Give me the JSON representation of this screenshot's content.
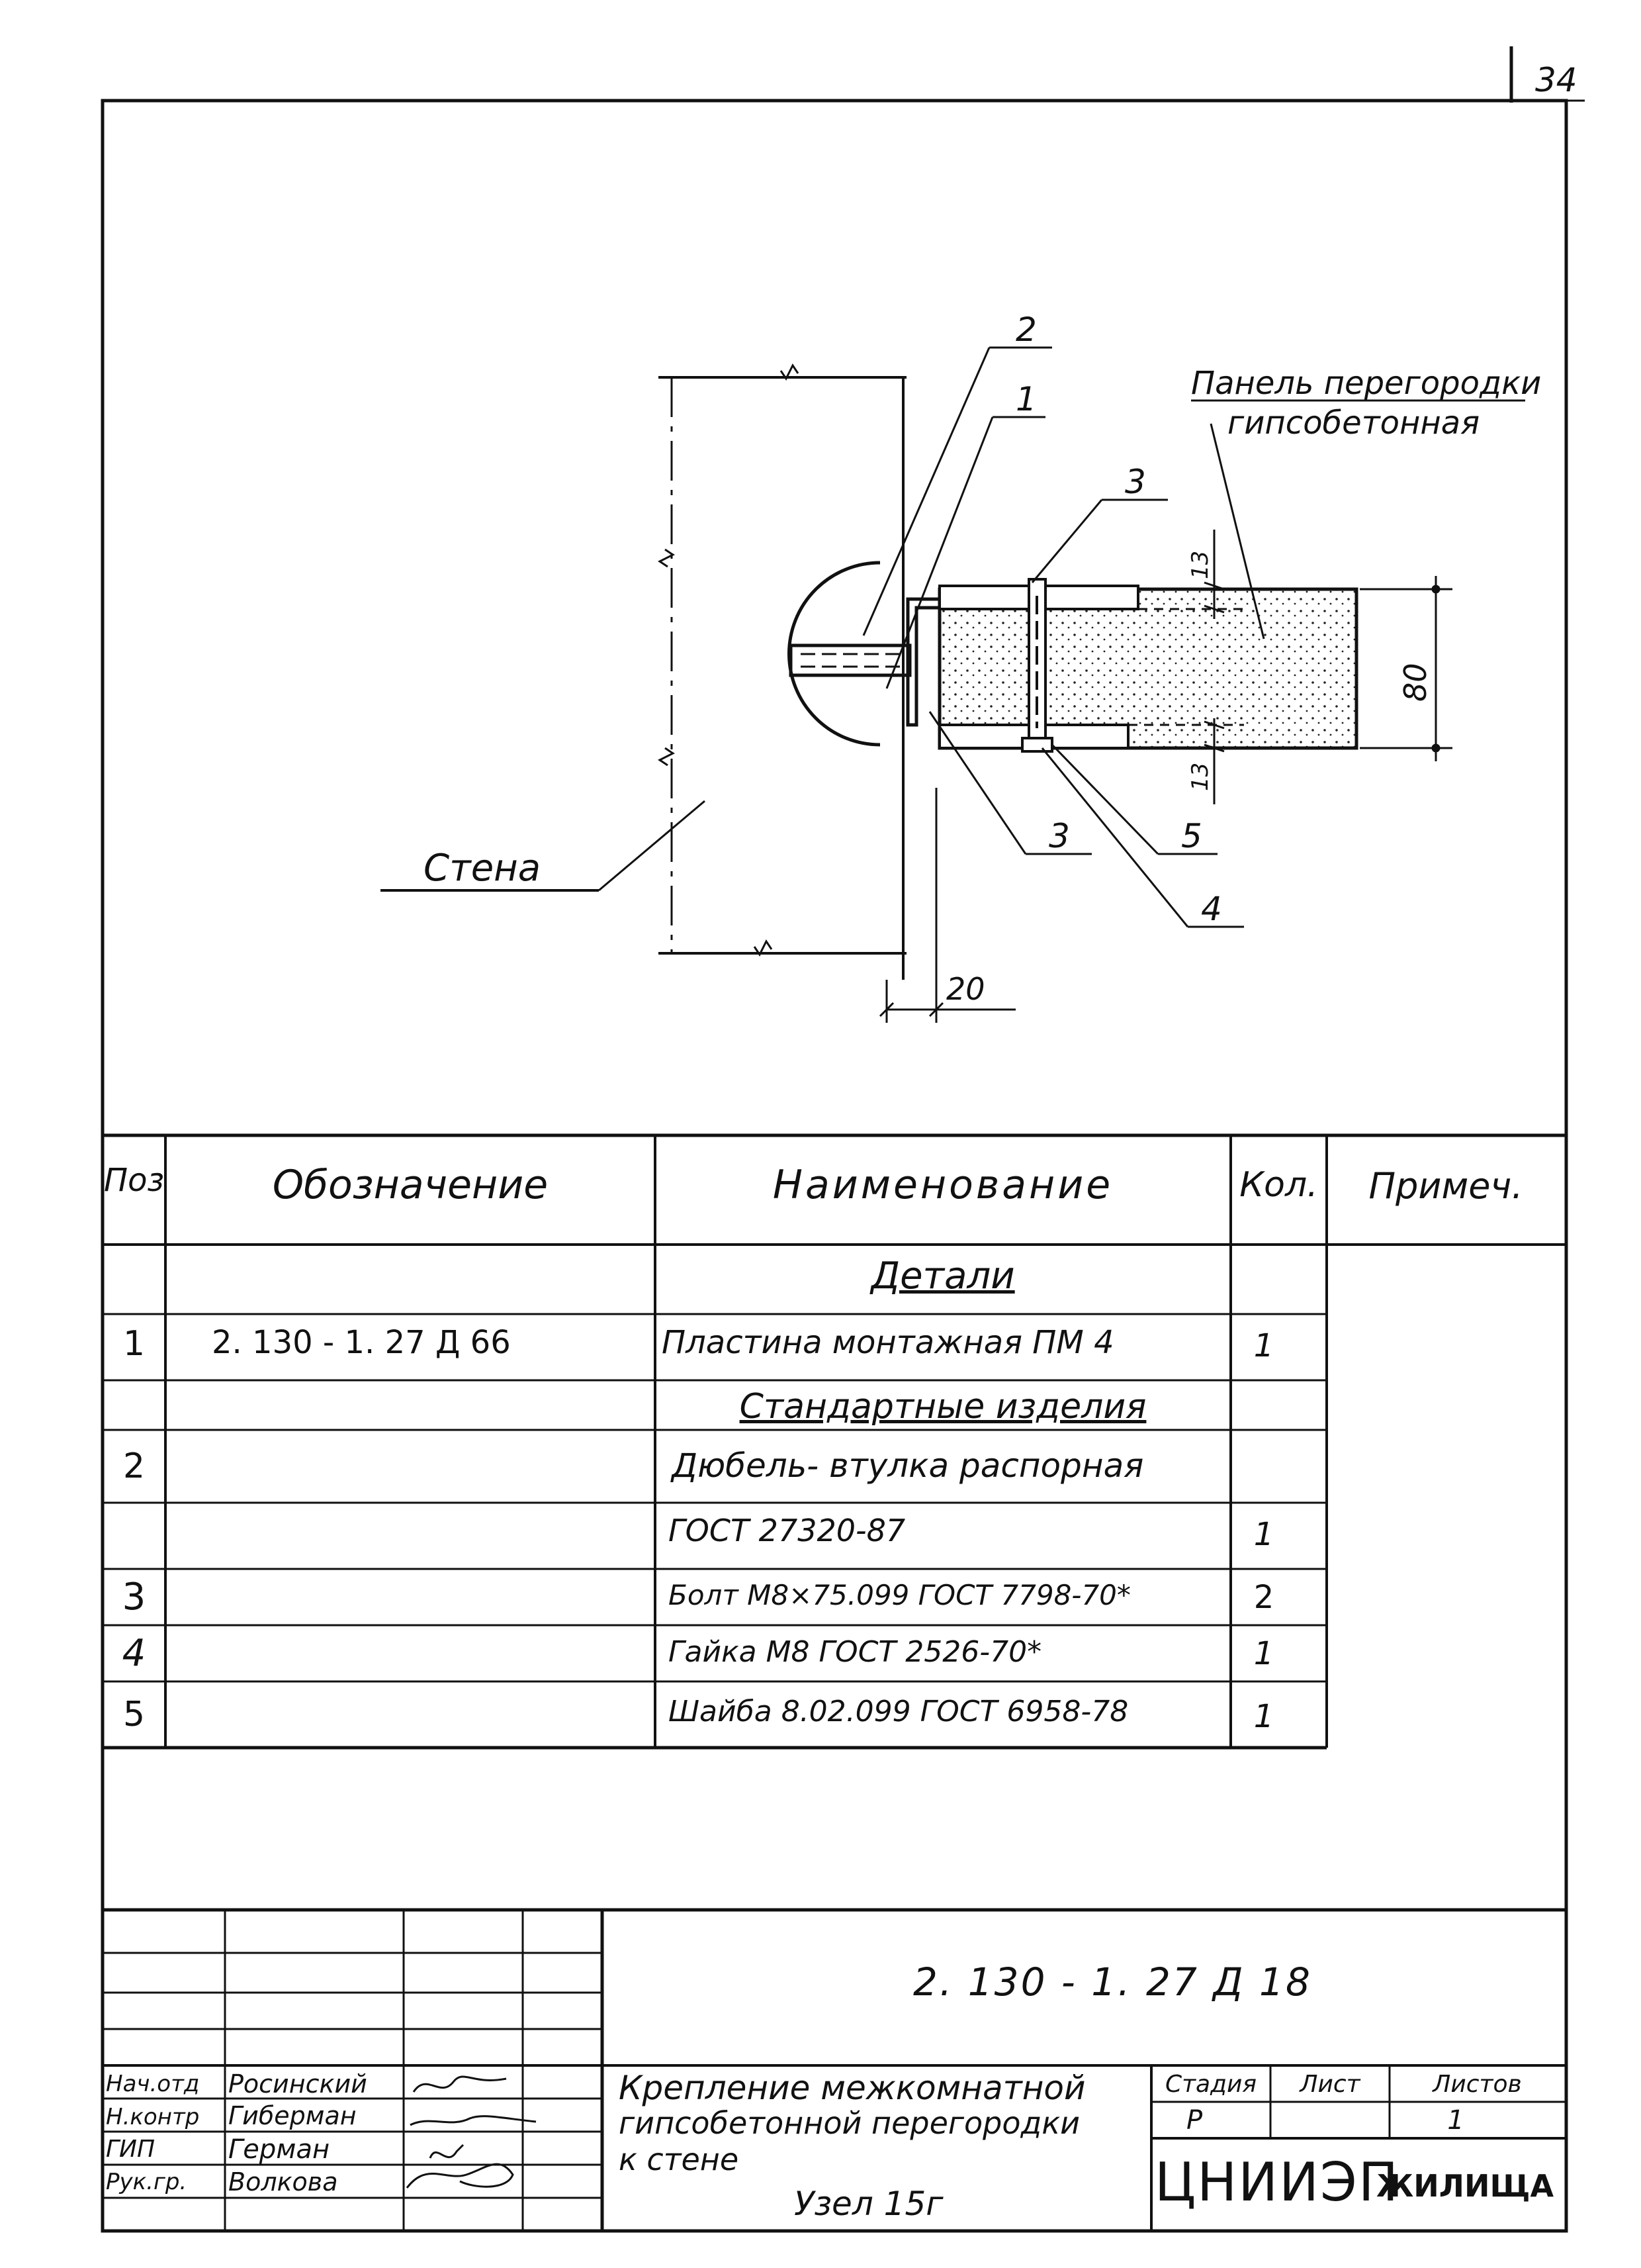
{
  "sheet_number": "34",
  "drawing": {
    "panel_label_1": "Панель перегородки",
    "panel_label_2": "гипсобетонная",
    "wall_label": "Стена",
    "callouts": [
      "2",
      "1",
      "3",
      "3",
      "5",
      "4"
    ],
    "dimensions": {
      "thickness": "80",
      "top_offset": "13",
      "bottom_offset": "13",
      "gap": "20"
    }
  },
  "spec_table": {
    "headers": [
      "Поз",
      "Обозначение",
      "Наименование",
      "Кол.",
      "Примеч."
    ],
    "rows": [
      {
        "pos": "",
        "designation": "",
        "name": "Детали",
        "qty": "",
        "note": "",
        "section": true
      },
      {
        "pos": "1",
        "designation": "2. 130 - 1. 27 Д 66",
        "name": "Пластина монтажная ПМ 4",
        "qty": "1",
        "note": ""
      },
      {
        "pos": "",
        "designation": "",
        "name": "Стандартные изделия",
        "qty": "",
        "note": "",
        "section": true
      },
      {
        "pos": "2",
        "designation": "",
        "name": "Дюбель- втулка распорная",
        "qty": "",
        "note": ""
      },
      {
        "pos": "",
        "designation": "",
        "name": "ГОСТ 27320-87",
        "qty": "1",
        "note": ""
      },
      {
        "pos": "3",
        "designation": "",
        "name": "Болт М8×75.099 ГОСТ 7798-70*",
        "qty": "2",
        "note": ""
      },
      {
        "pos": "4",
        "designation": "",
        "name": "Гайка М8 ГОСТ 2526-70*",
        "qty": "1",
        "note": ""
      },
      {
        "pos": "5",
        "designation": "",
        "name": "Шайба 8.02.099 ГОСТ 6958-78",
        "qty": "1",
        "note": ""
      }
    ]
  },
  "title_block": {
    "doc_code": "2. 130 - 1. 27 Д 18",
    "roles": [
      "Нач.отд",
      "Н.контр",
      "ГИП",
      "Рук.гр."
    ],
    "names": [
      "Росинский",
      "Гиберман",
      "Герман",
      "Волкова"
    ],
    "title_lines": [
      "Крепление межкомнатной",
      "гипсобетонной перегородки",
      "к стене"
    ],
    "node": "Узел 15г",
    "stage_header": "Стадия",
    "sheet_header": "Лист",
    "sheets_header": "Листов",
    "stage": "Р",
    "sheet": "",
    "sheets": "1",
    "org": "ЦНИИЭП",
    "org_suffix": "жилища"
  }
}
